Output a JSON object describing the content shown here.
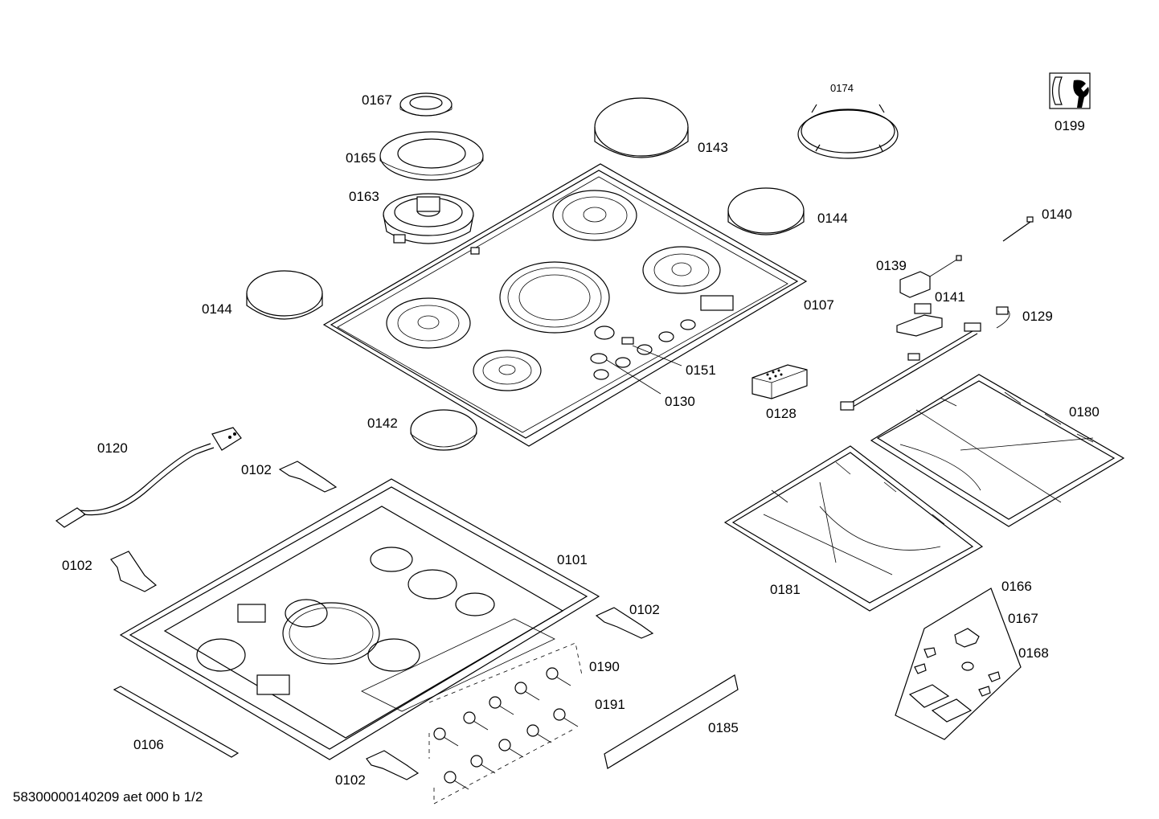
{
  "document": {
    "id": "58300000140209 aet 000 b 1/2"
  },
  "parts": [
    {
      "key": "p0167a",
      "label": "0167"
    },
    {
      "key": "p0165",
      "label": "0165"
    },
    {
      "key": "p0163",
      "label": "0163"
    },
    {
      "key": "p0143",
      "label": "0143"
    },
    {
      "key": "p0174",
      "label": "0174"
    },
    {
      "key": "p0199",
      "label": "0199"
    },
    {
      "key": "p0144a",
      "label": "0144"
    },
    {
      "key": "p0140",
      "label": "0140"
    },
    {
      "key": "p0139",
      "label": "0139"
    },
    {
      "key": "p0141",
      "label": "0141"
    },
    {
      "key": "p0144b",
      "label": "0144"
    },
    {
      "key": "p0107",
      "label": "0107"
    },
    {
      "key": "p0129",
      "label": "0129"
    },
    {
      "key": "p0151",
      "label": "0151"
    },
    {
      "key": "p0130",
      "label": "0130"
    },
    {
      "key": "p0128",
      "label": "0128"
    },
    {
      "key": "p0180",
      "label": "0180"
    },
    {
      "key": "p0142",
      "label": "0142"
    },
    {
      "key": "p0120",
      "label": "0120"
    },
    {
      "key": "p0102a",
      "label": "0102"
    },
    {
      "key": "p0102b",
      "label": "0102"
    },
    {
      "key": "p0101",
      "label": "0101"
    },
    {
      "key": "p0181",
      "label": "0181"
    },
    {
      "key": "p0166",
      "label": "0166"
    },
    {
      "key": "p0102c",
      "label": "0102"
    },
    {
      "key": "p0167b",
      "label": "0167"
    },
    {
      "key": "p0168",
      "label": "0168"
    },
    {
      "key": "p0190",
      "label": "0190"
    },
    {
      "key": "p0191",
      "label": "0191"
    },
    {
      "key": "p0185",
      "label": "0185"
    },
    {
      "key": "p0106",
      "label": "0106"
    },
    {
      "key": "p0102d",
      "label": "0102"
    }
  ]
}
